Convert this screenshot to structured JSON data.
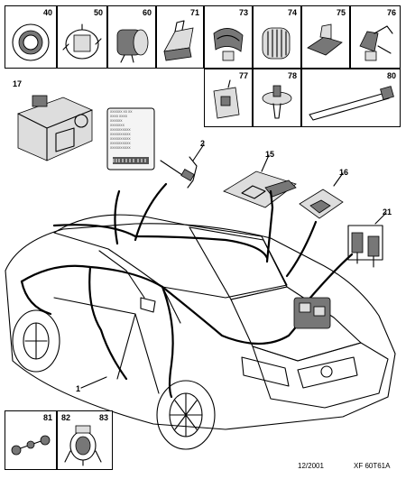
{
  "parts_row": [
    {
      "number": "40",
      "icon": "grommet-icon"
    },
    {
      "number": "50",
      "icon": "connector-icon"
    },
    {
      "number": "60",
      "icon": "round-connector-icon"
    },
    {
      "number": "71",
      "icon": "clip-icon"
    },
    {
      "number": "73",
      "icon": "cable-clip-icon"
    },
    {
      "number": "74",
      "icon": "ribbed-clip-icon"
    },
    {
      "number": "75",
      "icon": "edge-clip-icon"
    },
    {
      "number": "76",
      "icon": "bracket-clip-icon"
    }
  ],
  "parts_row2": [
    {
      "number": "77",
      "icon": "panel-clip-icon"
    },
    {
      "number": "78",
      "icon": "push-pin-icon"
    },
    {
      "number": "80",
      "icon": "cable-tie-icon"
    }
  ],
  "parts_bottom": [
    {
      "number": "81",
      "icon": "strap-icon"
    },
    {
      "number": "82",
      "icon": "loop-clamp-icon"
    },
    {
      "number": "83",
      "icon": "loop-clamp-screw-icon"
    }
  ],
  "callouts": {
    "bracket": "17",
    "sensor": "2",
    "plate": "15",
    "pad": "16",
    "fuse_holder": "21",
    "harness": "1"
  },
  "label_card": {
    "lines": [
      "XXXXXX XX XX",
      "XXXX XXXX",
      "XXXXXX",
      "XXXXXXX",
      "XXXXXXXXXX",
      "XXXXXXXXXX",
      "XXXXXXXXXX",
      "XXXXXXXXXX",
      "XXXXXXXXXX"
    ]
  },
  "footer": {
    "date": "12/2001",
    "ref": "XF 60T61A"
  },
  "colors": {
    "ink": "#000000",
    "background": "#ffffff",
    "shade": "#777777"
  }
}
